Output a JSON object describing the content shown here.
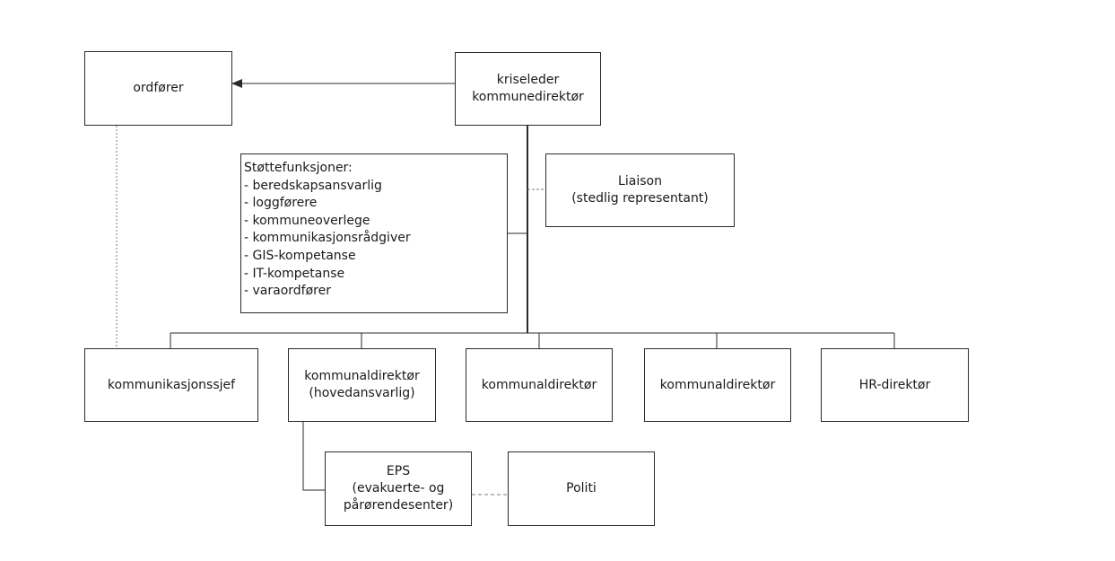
{
  "nodes": {
    "ordforer": {
      "lines": [
        "ordfører"
      ]
    },
    "kriseleder": {
      "lines": [
        "kriseleder",
        "kommunedirektør"
      ]
    },
    "stottefunksjoner": {
      "lines": [
        "Støttefunksjoner:",
        "- beredskapsansvarlig",
        "- loggførere",
        "- kommuneoverlege",
        "- kommunikasjonsrådgiver",
        "- GIS-kompetanse",
        "- IT-kompetanse",
        "- varaordfører"
      ]
    },
    "liaison": {
      "lines": [
        "Liaison",
        "(stedlig representant)"
      ]
    },
    "kommunikasjonssjef": {
      "lines": [
        "kommunikasjonssjef"
      ]
    },
    "kommunaldirektor_hoved": {
      "lines": [
        "kommunaldirektør",
        "(hovedansvarlig)"
      ]
    },
    "kommunaldirektor_2": {
      "lines": [
        "kommunaldirektør"
      ]
    },
    "kommunaldirektor_3": {
      "lines": [
        "kommunaldirektør"
      ]
    },
    "hr_direktor": {
      "lines": [
        "HR-direktør"
      ]
    },
    "eps": {
      "lines": [
        "EPS",
        "(evakuerte- og",
        "pårørendesenter)"
      ]
    },
    "politi": {
      "lines": [
        "Politi"
      ]
    }
  },
  "colors": {
    "line": "#2b2b2b",
    "dashed": "#7a7a7a"
  }
}
